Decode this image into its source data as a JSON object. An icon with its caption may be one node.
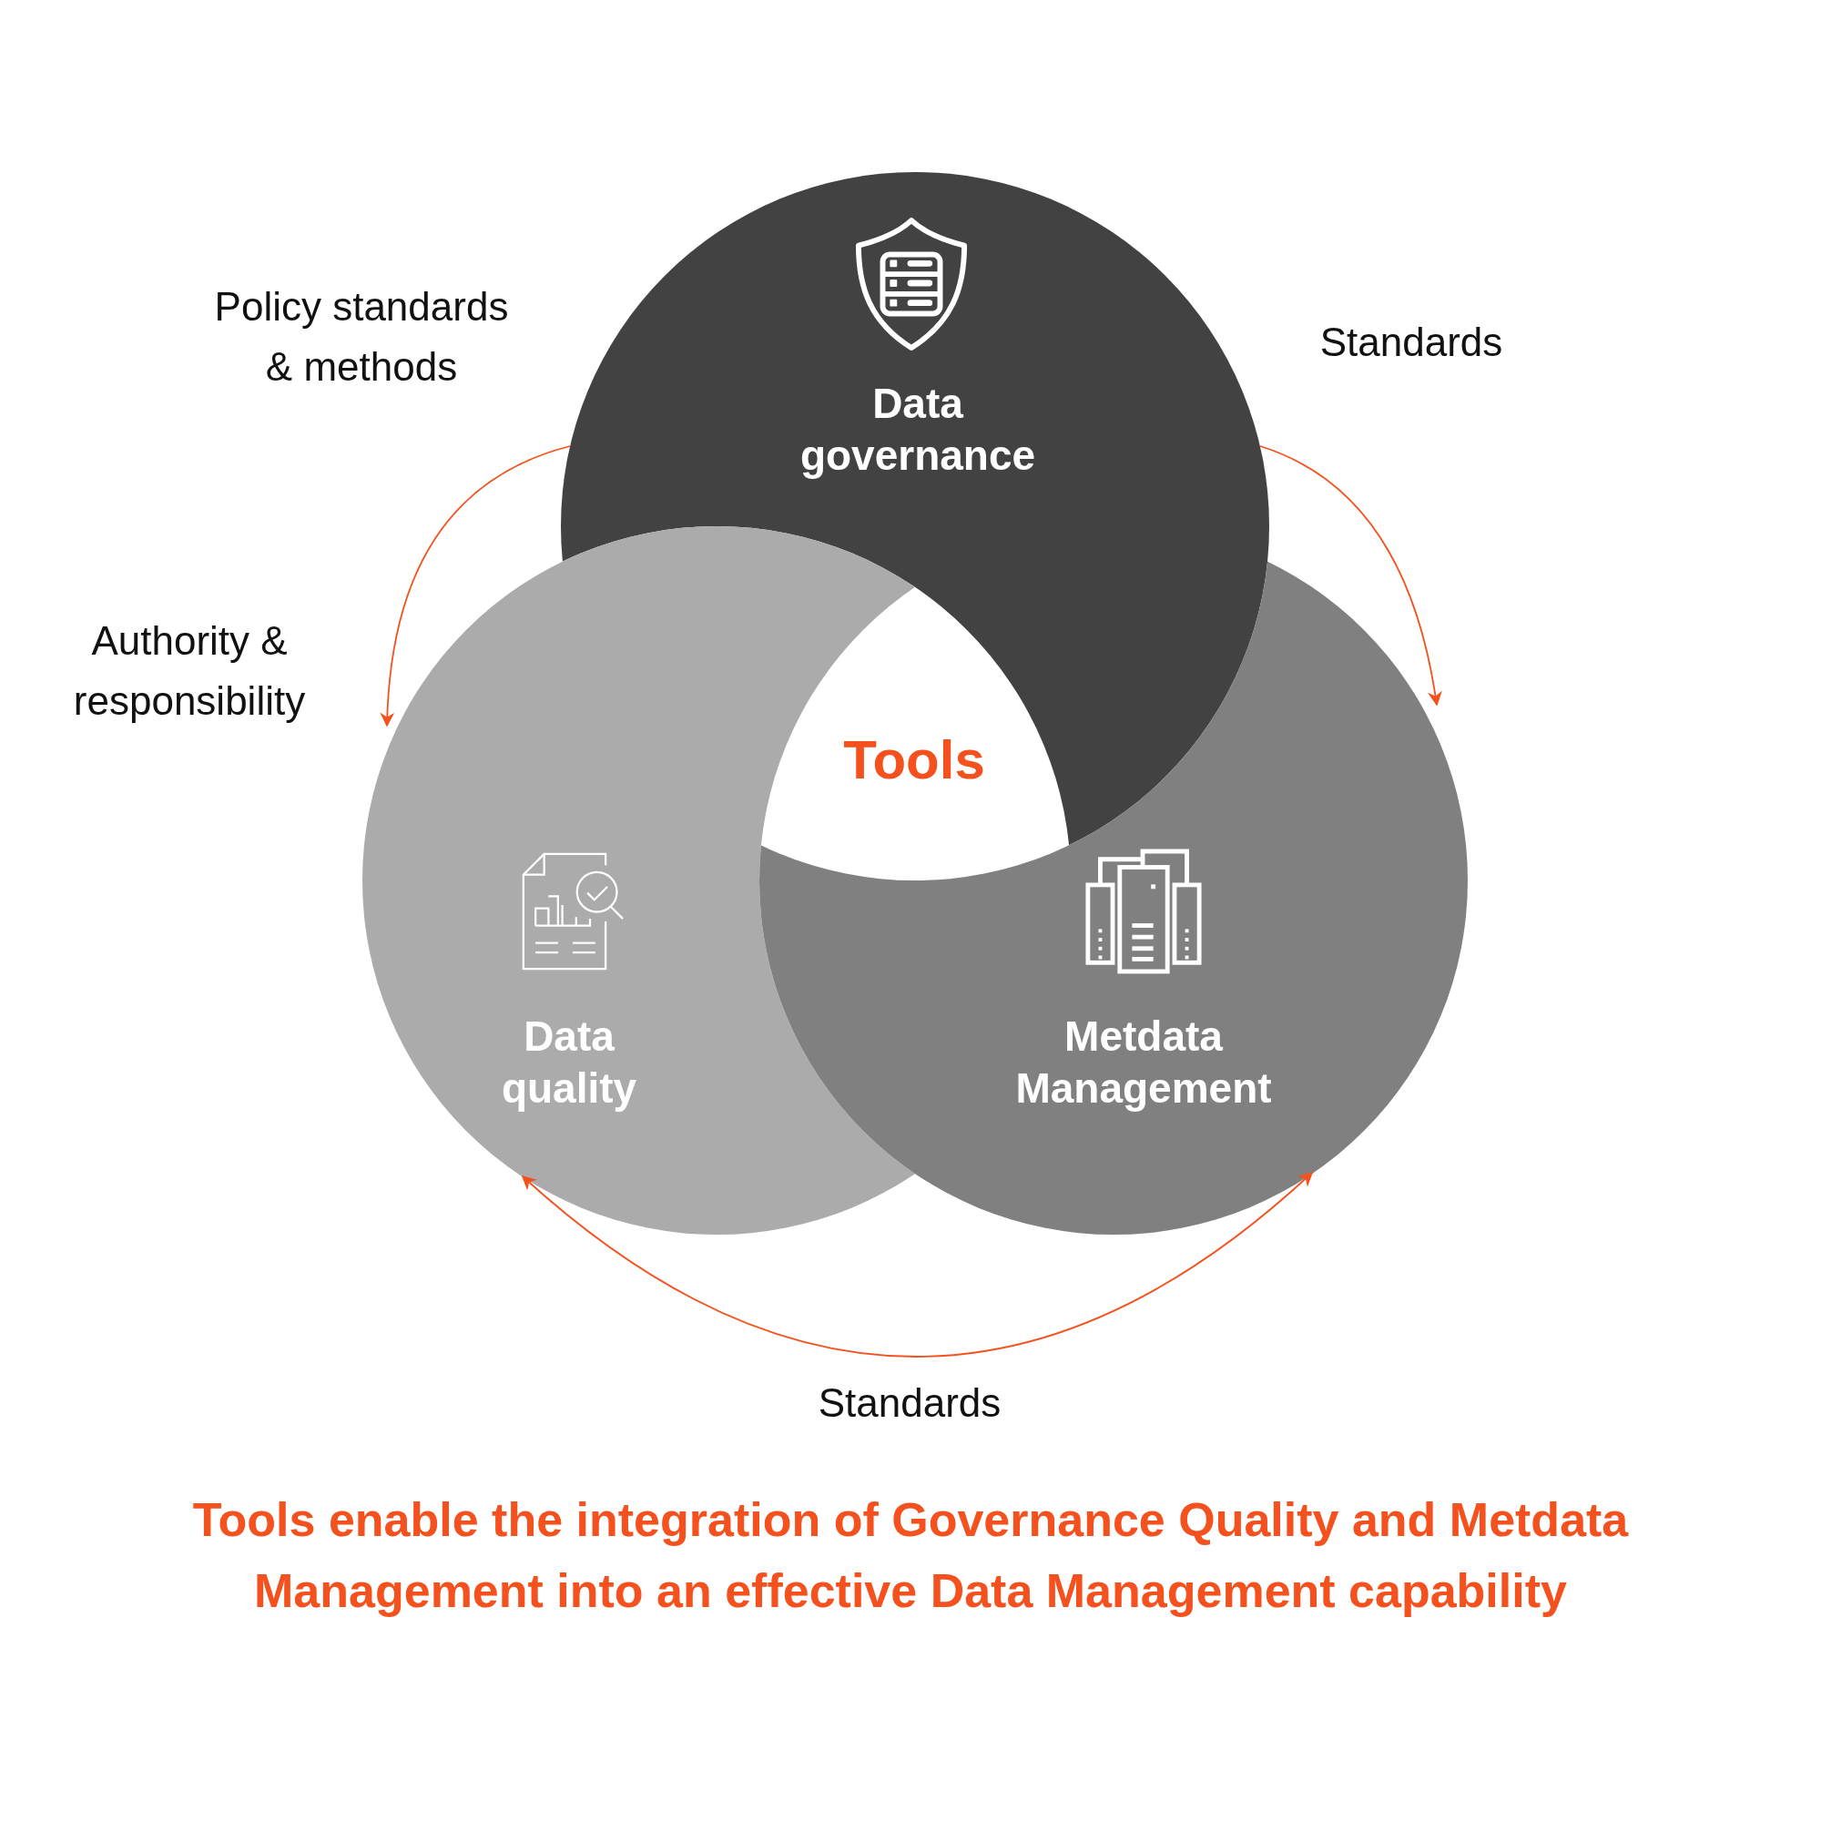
{
  "diagram": {
    "caption": "Tools enable the integration of Governance Quality and Metdata Management into an effective Data Management capability",
    "nodes": [
      {
        "text": [
          "Data governance"
        ]
      },
      {
        "text": [
          "Data quality"
        ]
      },
      {
        "text": [
          "Metdata Management"
        ]
      }
    ],
    "edges": [
      {
        "from": 0,
        "to": 1,
        "arrow": "to",
        "label": "Policy standards & methods"
      },
      {
        "from": 0,
        "to": 2,
        "arrow": "to",
        "label": "Standards"
      },
      {
        "from": 1,
        "to": 2,
        "arrow": "both",
        "label": "Standards"
      }
    ],
    "labels": [
      "Tools",
      "Authority & responsibility"
    ]
  }
}
